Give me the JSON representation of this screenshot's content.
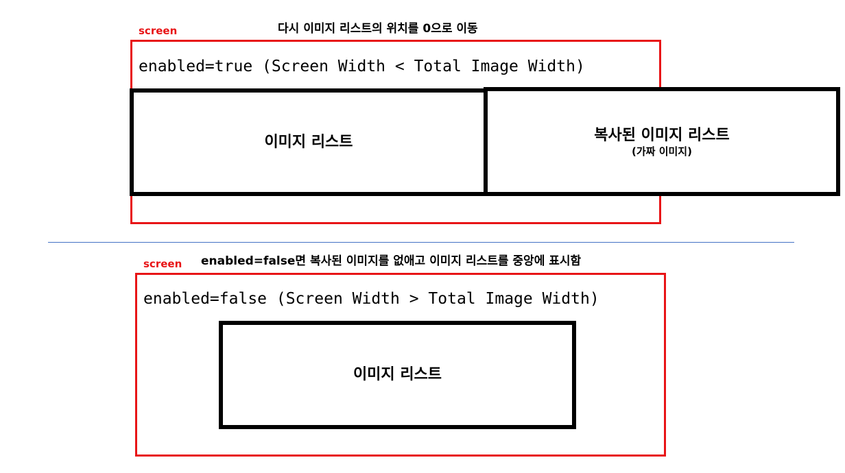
{
  "top": {
    "screen_label": "screen",
    "caption": "다시 이미지 리스트의 위치를 0으로 이동",
    "enabled_text": "enabled=true (Screen Width < Total Image Width)",
    "image_list_label": "이미지 리스트",
    "copied_list_label": "복사된 이미지 리스트",
    "copied_list_sub": "(가짜 이미지)"
  },
  "bottom": {
    "screen_label": "screen",
    "caption": "enabled=false면 복사된 이미지를 없애고 이미지 리스트를 중앙에 표시함",
    "enabled_text": "enabled=false (Screen Width > Total Image Width)",
    "image_list_label": "이미지 리스트"
  },
  "colors": {
    "screen_border": "#e81416",
    "list_border": "#000000",
    "divider": "#4472c4"
  }
}
